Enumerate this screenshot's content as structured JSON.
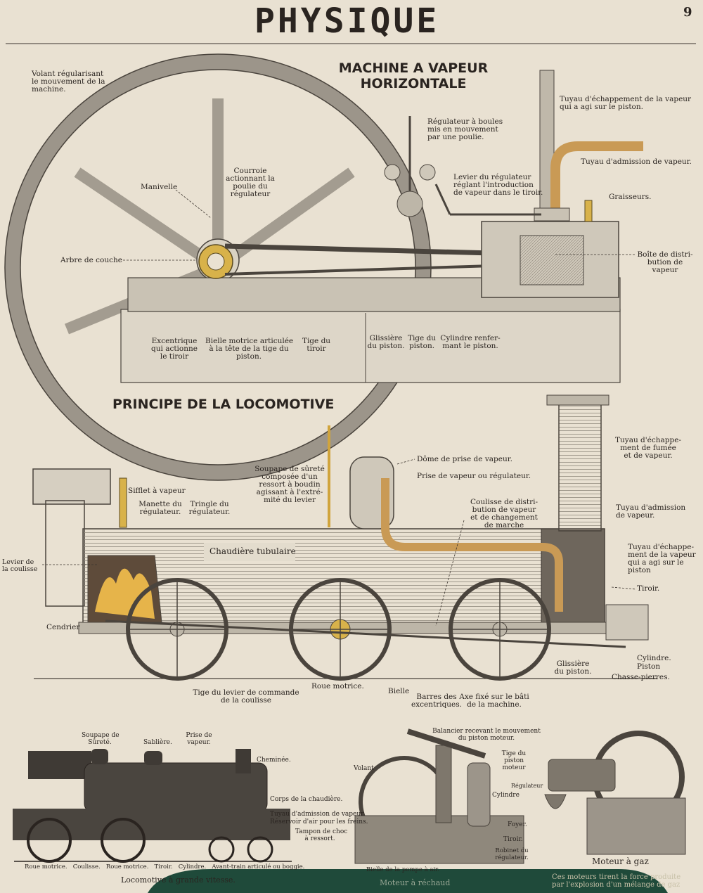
{
  "header": {
    "title": "PHYSIQUE",
    "page_number": "9"
  },
  "section1": {
    "title_line1": "MACHINE A VAPEUR",
    "title_line2": "HORIZONTALE",
    "labels": {
      "volant": [
        "Volant régularisant",
        "le mouvement de la",
        "machine."
      ],
      "manivelle": [
        "Manivelle"
      ],
      "courroie": [
        "Courroie",
        "actionnant la",
        "poulie du",
        "régulateur"
      ],
      "regulateur_boules": [
        "Régulateur à boules",
        "mis en mouvement",
        "par une poulie."
      ],
      "levier_regulateur": [
        "Levier du régulateur",
        "réglant l'introduction",
        "de vapeur dans le tiroir."
      ],
      "tuyau_echappement": [
        "Tuyau d'échappement de la vapeur",
        "qui a agi sur le piston."
      ],
      "tuyau_admission": [
        "Tuyau d'admission de vapeur."
      ],
      "graisseurs": [
        "Graisseurs."
      ],
      "arbre": [
        "Arbre de couche"
      ],
      "boite": [
        "Boîte de distri-",
        "bution de",
        "vapeur"
      ],
      "excentrique": [
        "Excentrique",
        "qui actionne",
        "le tiroir"
      ],
      "bielle": [
        "Bielle motrice articulée",
        "à la tête de la tige du",
        "piston."
      ],
      "tige_tiroir": [
        "Tige du",
        "tiroir"
      ],
      "glissiere": [
        "Glissière",
        "du piston."
      ],
      "tige_piston": [
        "Tige du",
        "piston."
      ],
      "cylindre": [
        "Cylindre renfer-",
        "mant le piston."
      ]
    }
  },
  "section2": {
    "title": "PRINCIPE DE LA LOCOMOTIVE",
    "labels": {
      "tuyau_fumee": [
        "Tuyau d'échappe-",
        "ment de fumée",
        "et de vapeur."
      ],
      "soupape": [
        "Soupape de sûreté",
        "composée d'un",
        "ressort à boudin",
        "agissant à l'extré-",
        "mité du levier"
      ],
      "dome": [
        "Dôme de prise de vapeur."
      ],
      "prise": [
        "Prise de vapeur ou régulateur."
      ],
      "sifflet": [
        "Sifflet à vapeur"
      ],
      "manette": [
        "Manette du",
        "régulateur."
      ],
      "tringle": [
        "Tringle du",
        "régulateur."
      ],
      "coulisse": [
        "Coulisse de distri-",
        "bution de vapeur",
        "et de changement",
        "de marche"
      ],
      "tuyau_adm": [
        "Tuyau d'admission",
        "de vapeur."
      ],
      "chaudiere": [
        "Chaudière tubulaire"
      ],
      "levier_coulisse": [
        "Levier de",
        "la coulisse"
      ],
      "tuyau_ech": [
        "Tuyau d'échappe-",
        "ment de la vapeur",
        "qui a agi sur le",
        "piston"
      ],
      "tiroir": [
        "Tiroir."
      ],
      "cendrier": [
        "Cendrier"
      ],
      "cylindre": [
        "Cylindre."
      ],
      "piston": [
        "Piston"
      ],
      "glissiere": [
        "Glissière",
        "du piston."
      ],
      "chasse": [
        "Chasse-pierres."
      ],
      "roue": [
        "Roue motrice."
      ],
      "tige_levier": [
        "Tige du levier de commande",
        "de la coulisse"
      ],
      "bielle": [
        "Bielle"
      ],
      "barres": [
        "Barres des",
        "excentriques."
      ],
      "axe": [
        "Axe fixé sur le bâti",
        "de la machine."
      ]
    }
  },
  "section3": {
    "loco": {
      "soupape": [
        "Soupape de",
        "Sûreté."
      ],
      "sabliere": [
        "Sablière."
      ],
      "prise": [
        "Prise de",
        "vapeur."
      ],
      "cheminee": [
        "Cheminée."
      ],
      "corps": [
        "Corps de la chaudière."
      ],
      "tuyau": [
        "Tuyau d'admission de vapeur."
      ],
      "reservoir": [
        "Réservoir d'air pour les freins."
      ],
      "tampon": [
        "Tampon de choc",
        "à ressort."
      ],
      "bottom": [
        "Roue motrice.",
        "Coulisse.",
        "Roue motrice.",
        "Tiroir.",
        "Cylindre.",
        "Avant-train articulé ou boggie."
      ],
      "caption": "Locomotive à grande vitesse."
    },
    "balancier": {
      "balancier": [
        "Balancier recevant le mouvement",
        "du piston moteur."
      ],
      "volant": [
        "Volant"
      ],
      "tige": [
        "Tige du",
        "piston",
        "moteur"
      ],
      "regulateur": [
        "Régulateur"
      ],
      "cylindre": [
        "Cylindre"
      ],
      "foyer": [
        "Foyer."
      ],
      "tiroir": [
        "Tiroir."
      ],
      "robinet": [
        "Robinet du",
        "régulateur."
      ],
      "bielle": [
        "Bielle de la pompe à air."
      ],
      "caption": "Moteur à réchaud"
    },
    "gaz": {
      "caption": "Moteur à gaz",
      "note": [
        "Ces moteurs tirent la force produite",
        "par l'explosion d'un mélange de gaz"
      ]
    }
  }
}
